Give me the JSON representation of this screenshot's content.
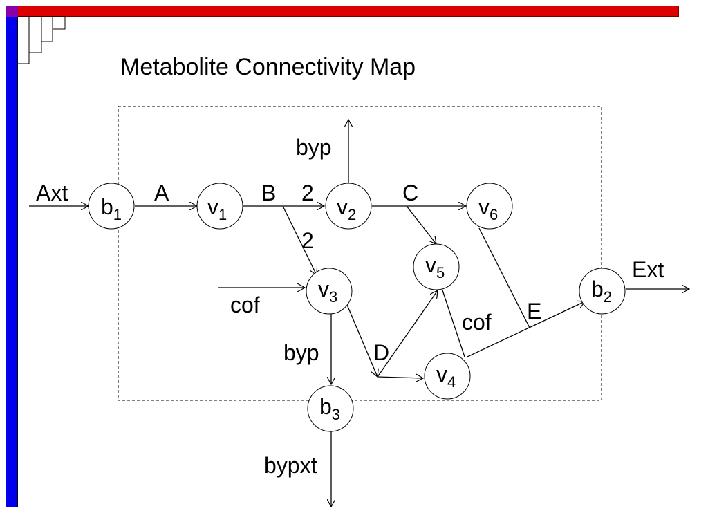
{
  "title": "Metabolite Connectivity Map",
  "nodes": [
    {
      "id": "b1",
      "base": "b",
      "sub": "1"
    },
    {
      "id": "v1",
      "base": "v",
      "sub": "1"
    },
    {
      "id": "v2",
      "base": "v",
      "sub": "2"
    },
    {
      "id": "v6",
      "base": "v",
      "sub": "6"
    },
    {
      "id": "v5",
      "base": "v",
      "sub": "5"
    },
    {
      "id": "v3",
      "base": "v",
      "sub": "3"
    },
    {
      "id": "b2",
      "base": "b",
      "sub": "2"
    },
    {
      "id": "v4",
      "base": "v",
      "sub": "4"
    },
    {
      "id": "b3",
      "base": "b",
      "sub": "3"
    }
  ],
  "edge_labels": {
    "axt": "Axt",
    "a": "A",
    "b": "B",
    "stoich_b_v2": "2",
    "stoich_b_v3": "2",
    "c": "C",
    "byp_top": "byp",
    "ext": "Ext",
    "cof_v3": "cof",
    "cof_v4": "cof",
    "e": "E",
    "byp_v3": "byp",
    "d": "D",
    "bypxt": "bypxt"
  },
  "colors": {
    "top_bar": "#dd0000",
    "left_bar": "#0000ee",
    "corner": "#8800aa"
  }
}
